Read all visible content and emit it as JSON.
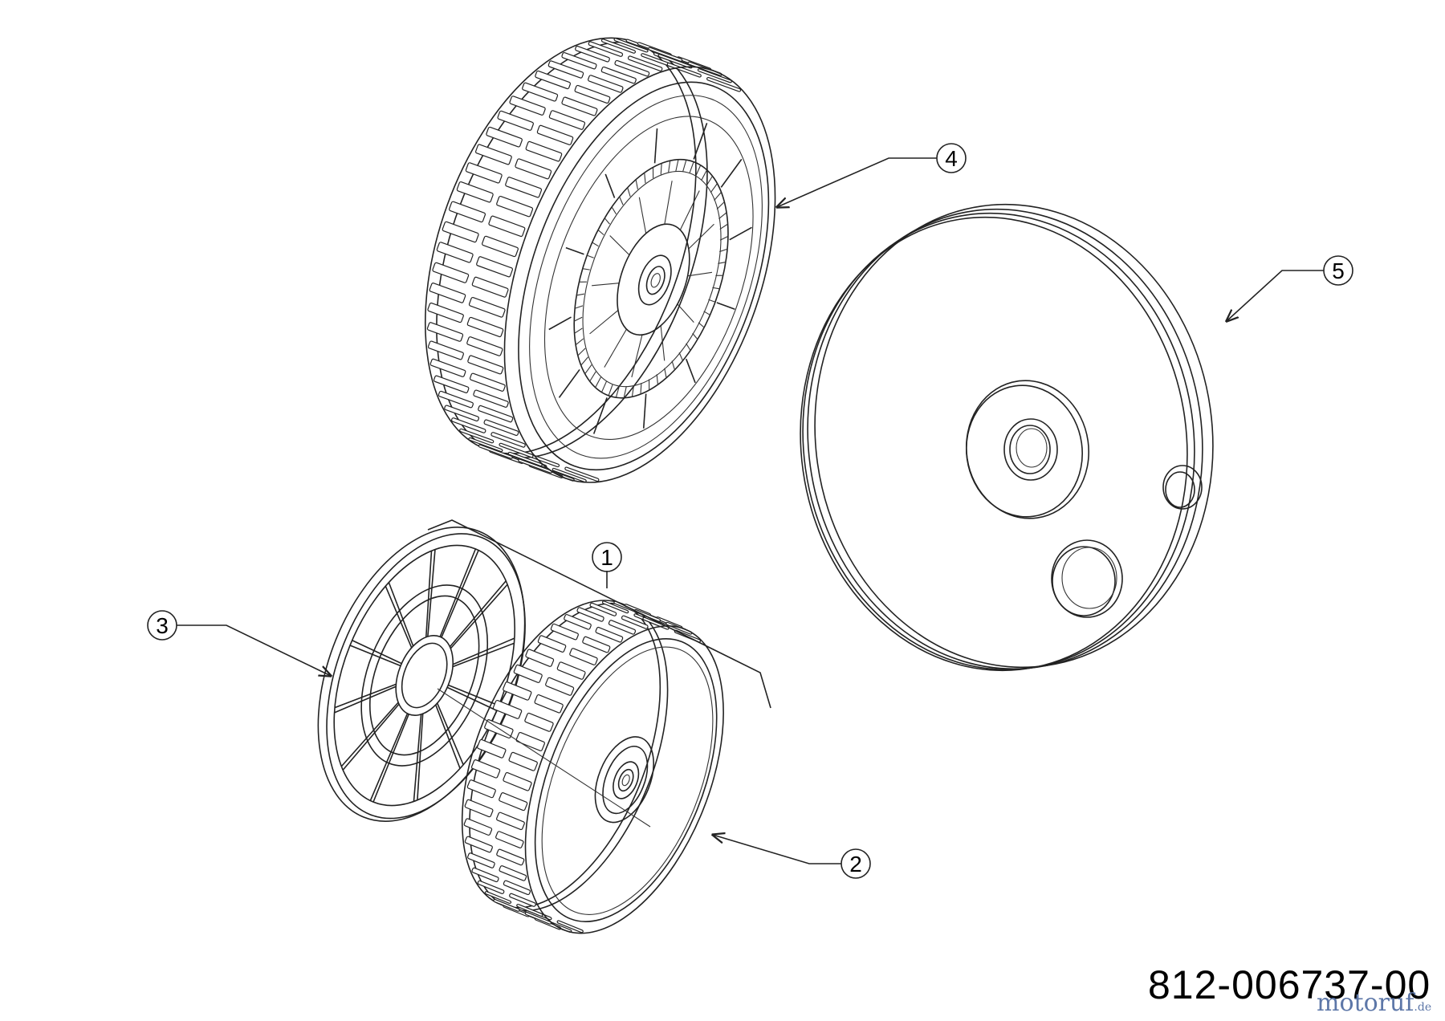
{
  "drawing": {
    "number": "812-006737-00",
    "watermark": "motoruf",
    "watermark_suffix": ".de"
  },
  "callouts": [
    {
      "id": "1",
      "label": "1",
      "part": "wheel-assembly"
    },
    {
      "id": "2",
      "label": "2",
      "part": "front-wheel"
    },
    {
      "id": "3",
      "label": "3",
      "part": "hub-cap"
    },
    {
      "id": "4",
      "label": "4",
      "part": "drive-wheel"
    },
    {
      "id": "5",
      "label": "5",
      "part": "wheel-cover"
    }
  ]
}
